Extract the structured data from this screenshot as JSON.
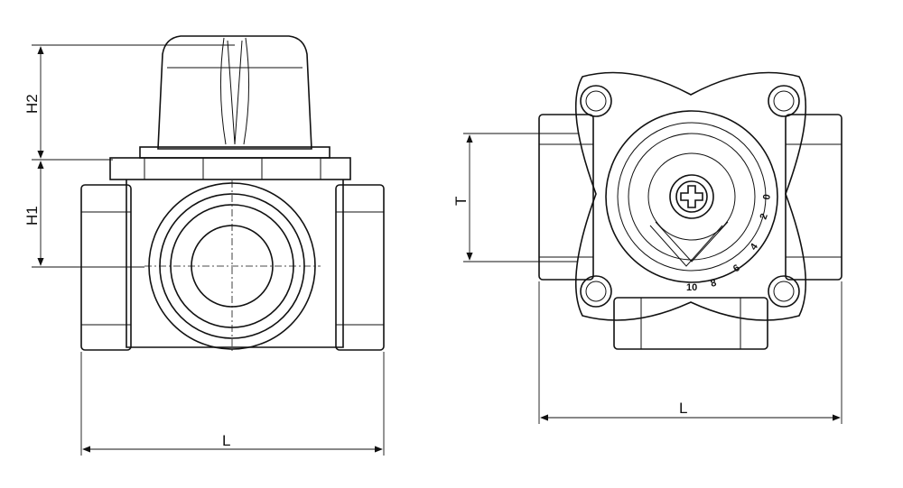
{
  "front_view": {
    "dim_h2": "H2",
    "dim_h1": "H1",
    "dim_l": "L"
  },
  "side_view": {
    "dim_t": "T",
    "dim_l": "L",
    "dial_scale": [
      "0",
      "2",
      "4",
      "6",
      "8",
      "10"
    ]
  }
}
